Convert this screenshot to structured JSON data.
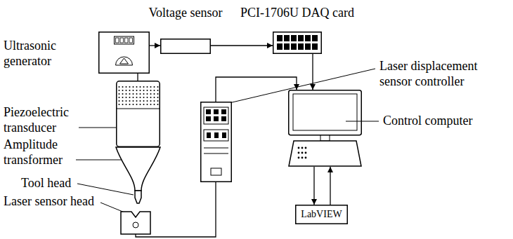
{
  "diagram": {
    "nodes": [
      {
        "text": [
          "Ultrasonic generator"
        ]
      },
      {
        "text": [
          "Voltage sensor"
        ]
      },
      {
        "text": [
          "PCI-1706U DAQ card"
        ]
      },
      {
        "text": [
          "Laser displacement sensor controller"
        ]
      },
      {
        "text": [
          "Piezoelectric transducer"
        ]
      },
      {
        "text": [
          "Amplitude transformer"
        ]
      },
      {
        "text": [
          "Control computer"
        ]
      },
      {
        "text": [
          "Tool head"
        ]
      },
      {
        "text": [
          "Laser sensor head"
        ]
      },
      {
        "text": [
          "LabVIEW"
        ]
      }
    ],
    "edges": [
      {
        "from": 0,
        "to": 1,
        "arrow": "to"
      },
      {
        "from": 1,
        "to": 2,
        "arrow": "to"
      },
      {
        "from": 2,
        "to": 6,
        "arrow": "to"
      },
      {
        "from": 3,
        "to": 6,
        "arrow": "to"
      },
      {
        "from": 0,
        "to": 4,
        "arrow": "none"
      },
      {
        "from": 8,
        "to": 3,
        "arrow": "none"
      },
      {
        "from": 6,
        "to": 9,
        "arrow": "to"
      },
      {
        "from": 9,
        "to": 6,
        "arrow": "to"
      }
    ]
  }
}
